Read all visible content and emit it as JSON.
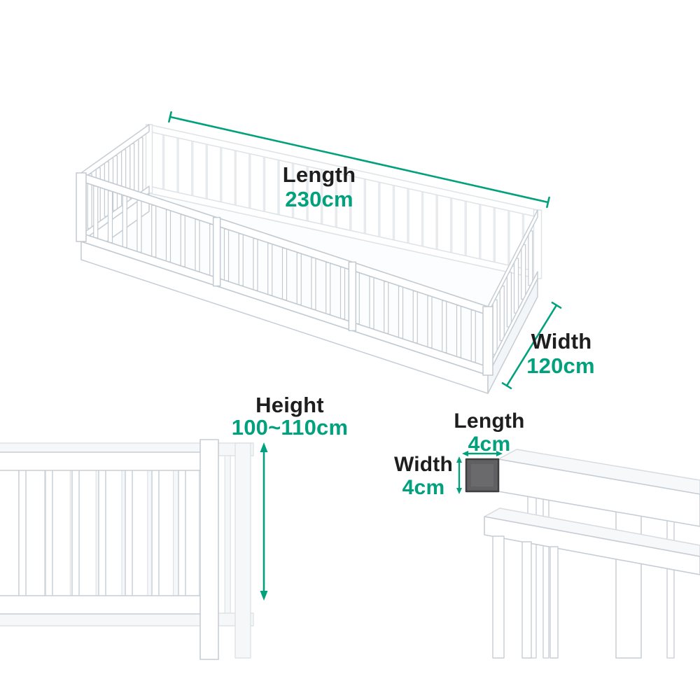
{
  "colors": {
    "accent_green": "#00A17C",
    "label_black": "#1E1E1E"
  },
  "dims": {
    "length": {
      "label": "Length",
      "value": "230cm"
    },
    "width": {
      "label": "Width",
      "value": "120cm"
    },
    "height": {
      "label": "Height",
      "value": "100~110cm"
    },
    "tube_length": {
      "label": "Length",
      "value": "4cm"
    },
    "tube_width": {
      "label": "Width",
      "value": "4cm"
    }
  }
}
